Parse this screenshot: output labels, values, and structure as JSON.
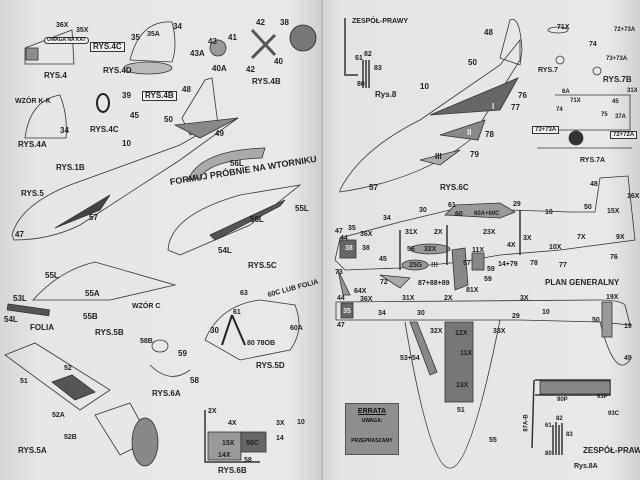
{
  "left": {
    "rys4": "RYS.4",
    "uwaga": "UWAGA NA KAT",
    "rys4d": "RYS.4D",
    "rys4b": "RYS.4B",
    "rys4c_box": "RYS.4C",
    "rys4b_box": "RYS.4B",
    "rys4c": "RYS.4C",
    "rys4a": "RYS.4A",
    "wzor_kk": "WZÓR K-K",
    "n34": "34",
    "n35": "35",
    "n35a": "35A",
    "n38": "38",
    "n42a": "42",
    "n41": "41",
    "n43": "43",
    "n43a": "43A",
    "n40a": "40A",
    "n40": "40",
    "n42b": "42",
    "n39": "39",
    "n45": "45",
    "n36x": "36X",
    "n34b": "34",
    "n35x": "35X",
    "n48": "48",
    "n50": "50",
    "n49": "49",
    "n10": "10",
    "rys1b": "RYS.1B",
    "rys5": "RYS.5",
    "n57": "57",
    "n47": "47",
    "n56l": "56L",
    "formuj": "FORMUJ PRÓBNIE NA WTORNIKU",
    "n55l": "55L",
    "n56l2": "56L",
    "n54l": "54L",
    "rys5c": "RYS.5C",
    "n55l2": "55L",
    "n53l": "53L",
    "n55a": "55A",
    "wzor_c": "WZÓR C",
    "n55b": "55B",
    "folia": "FOLIA",
    "n54l2": "54L",
    "rys5b": "RYS.5B",
    "n63": "63",
    "n60c": "60C LUB FOLIA",
    "n61": "61",
    "n30": "30",
    "n60a": "60A",
    "n80": "80 78OB",
    "rys5d": "RYS.5D",
    "n58b": "58B",
    "n59": "59",
    "n58": "58",
    "rys6a": "RYS.6A",
    "n51": "51",
    "n52": "52",
    "n52a": "52A",
    "n52b": "52B",
    "rys5a": "RYS.5A",
    "n2x": "2X",
    "n4x": "4X",
    "n3x": "3X",
    "n10b": "10",
    "n15x": "15X",
    "n58c": "58C",
    "n14": "14",
    "n14x": "14X",
    "n58d": "58",
    "rys6b": "RYS.6B"
  },
  "right": {
    "zespol": "ZESPÓŁ-PRAWY",
    "n61": "61",
    "n82": "82",
    "n83": "83",
    "n80": "80",
    "rys8": "Rys.8",
    "n48": "48",
    "n50": "50",
    "n10": "10",
    "n76": "76",
    "n77": "77",
    "n78": "78",
    "n79": "79",
    "n57": "57",
    "rys6c": "RYS.6C",
    "r1": "I",
    "r2": "II",
    "r3": "III",
    "rys7": "RYS.7",
    "n71x": "71X",
    "rys7b": "RYS.7B",
    "n72_73a": "72+73A",
    "n74": "74",
    "n73_73a": "73+73A",
    "rys7a": "RYS.7A",
    "n6a": "6A",
    "n71x2": "71X",
    "n45": "45",
    "n31x": "31X",
    "n75": "75",
    "n37a": "37A",
    "box73": "73+73A",
    "box72": "72+72A",
    "n74b": "74"
  },
  "plan": {
    "title": "PLAN GENERALNY",
    "top": {
      "n47": "47",
      "n35": "35",
      "n34": "34",
      "n30": "30",
      "n61": "61",
      "n60": "60",
      "n60a": "60A+60C",
      "n29": "29",
      "n10": "10",
      "n48": "48",
      "n50": "50",
      "n15x": "15X",
      "n16x": "16X",
      "n44": "44",
      "n36x": "36X",
      "n31x": "31X",
      "n2x": "2X",
      "n23x": "23X",
      "n3x": "3X",
      "n7x": "7X",
      "n9x": "9X",
      "n10x": "10X",
      "n4x": "4X",
      "n38a": "38",
      "n38b": "38",
      "n56": "56",
      "n32x": "32X",
      "n11x": "11X",
      "n57": "57",
      "n14_79": "14+79",
      "n78": "78",
      "n77": "77",
      "n76": "76",
      "n45": "45",
      "n25g": "25G",
      "excl": "!!!",
      "n73": "73",
      "n72": "72",
      "n59a": "59",
      "n59b": "59",
      "n87": "87+88+89",
      "n81x": "81X",
      "n64x": "64X"
    },
    "bottom": {
      "n44": "44",
      "n36x": "36X",
      "n31x": "31X",
      "n2x": "2X",
      "n3x": "3X",
      "n19x": "19X",
      "n35": "35",
      "n34": "34",
      "n30": "30",
      "n29": "29",
      "n10": "10",
      "n50": "50",
      "n19": "19",
      "n47": "47",
      "n32x": "32X",
      "n12x": "12X",
      "n33x": "33X",
      "n11x": "11X",
      "n53_54": "53+54",
      "n13x": "13X",
      "n49": "49",
      "n51": "51",
      "n55": "55"
    }
  },
  "errata": {
    "title": "ERRATA",
    "line1": "UWAGA:",
    "line2": "PRZEPRASZAMY"
  },
  "rys8a": {
    "n90p": "90P",
    "n91p": "91P",
    "n93c": "93C",
    "zespol": "ZESPÓŁ-PRAWY",
    "label": "Rys.8A",
    "n61": "61",
    "n82": "82",
    "n83": "83",
    "n80": "80",
    "n87ab": "87A-B"
  },
  "colors": {
    "paper": "#e6e6e4",
    "part_grey": "#8e8e8c",
    "part_dark": "#4a4a48",
    "ink": "#222222"
  }
}
